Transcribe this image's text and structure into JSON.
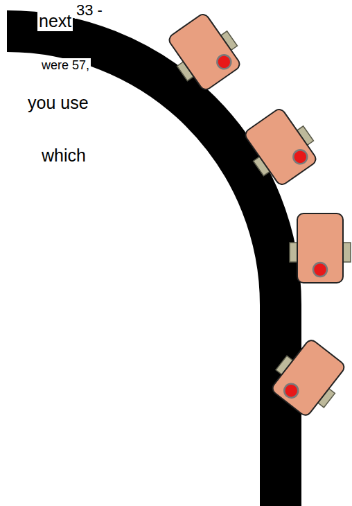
{
  "diagram": {
    "labels": [
      "33 -",
      "next",
      "were 57,",
      "you use",
      "which"
    ]
  }
}
